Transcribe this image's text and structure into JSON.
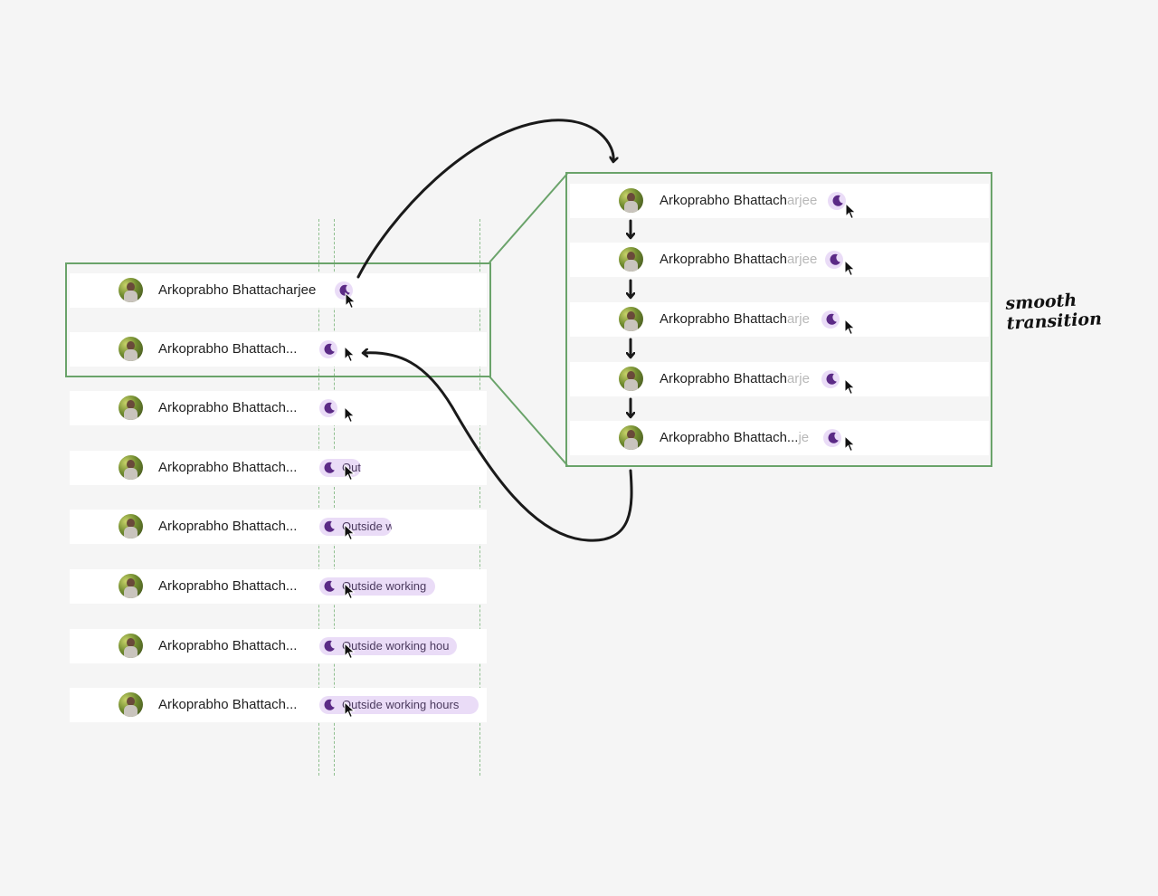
{
  "person": {
    "full_name": "Arkoprabho Bhattacharjee",
    "truncated_name": "Arkoprabho Bhattach..."
  },
  "status": {
    "full_label": "Outside working hours",
    "reveal_steps": [
      "",
      "",
      "Out",
      "Outside w",
      "Outside working",
      "Outside working hou",
      "Outside working hours"
    ]
  },
  "zoom_detail": {
    "steps": [
      {
        "base": "Arkoprabho Bhattach",
        "faded": "arjee"
      },
      {
        "base": "Arkoprabho Bhattach",
        "faded": "arjee"
      },
      {
        "base": "Arkoprabho Bhattach",
        "faded": "arje"
      },
      {
        "base": "Arkoprabho Bhattach",
        "faded": "arje"
      },
      {
        "base": "Arkoprabho Bhattach...",
        "faded": "je"
      }
    ]
  },
  "annotation": {
    "line1": "smooth",
    "line2": "transition"
  },
  "colors": {
    "chip_bg": "#eadcf7",
    "moon": "#5b2a86",
    "frame": "#6aa36a",
    "guide": "#8fbf8f",
    "arrow": "#1a1a1a"
  },
  "icons": {
    "status": "moon-icon",
    "pointer": "mouse-cursor-icon",
    "avatar": "profile-photo"
  }
}
